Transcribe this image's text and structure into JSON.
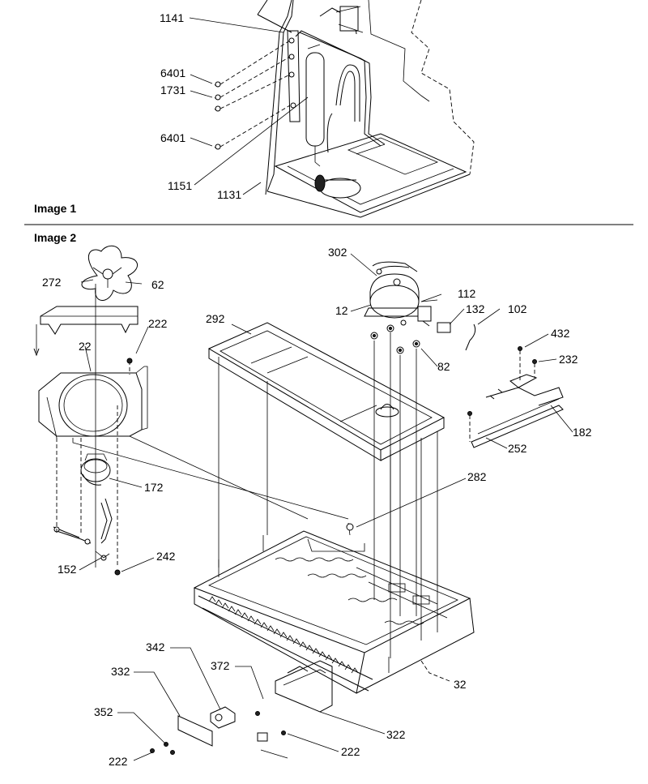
{
  "sections": [
    {
      "id": "image1",
      "title": "Image 1"
    },
    {
      "id": "image2",
      "title": "Image 2"
    }
  ],
  "image1": {
    "labels": {
      "l1141": "1141",
      "l6401a": "6401",
      "l1731": "1731",
      "l6401b": "6401",
      "l1151": "1151",
      "l1131": "1131"
    }
  },
  "image2": {
    "labels": {
      "l302": "302",
      "l272": "272",
      "l62": "62",
      "l112": "112",
      "l12": "12",
      "l132": "132",
      "l102": "102",
      "l292": "292",
      "l222a": "222",
      "l22": "22",
      "l432": "432",
      "l82": "82",
      "l232": "232",
      "l182": "182",
      "l252": "252",
      "l172": "172",
      "l282": "282",
      "l242": "242",
      "l152": "152",
      "l32": "32",
      "l342": "342",
      "l372": "372",
      "l332": "332",
      "l352": "352",
      "l322": "322",
      "l222b": "222",
      "l222c": "222"
    }
  }
}
